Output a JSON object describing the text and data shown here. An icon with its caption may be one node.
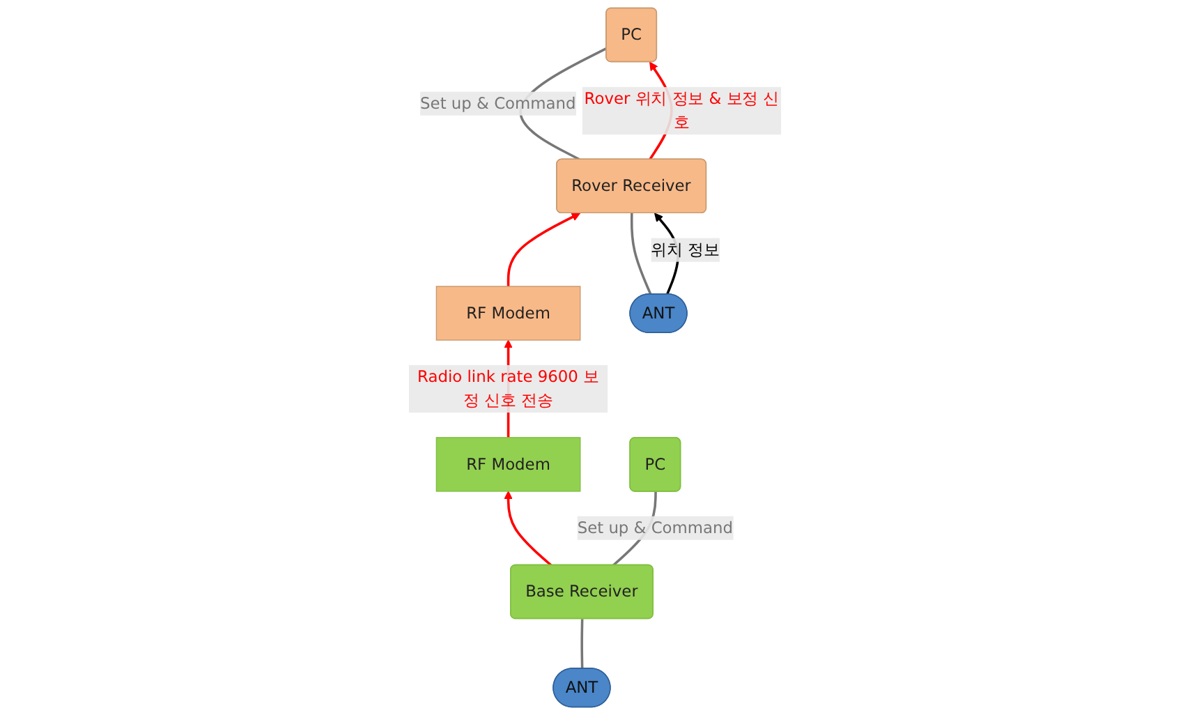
{
  "diagram": {
    "nodes": [
      {
        "text": [
          "RF Modem"
        ]
      },
      {
        "text": [
          "RF Modem"
        ]
      },
      {
        "text": [
          "ANT"
        ]
      },
      {
        "text": [
          "Base Receiver"
        ]
      },
      {
        "text": [
          "ANT"
        ]
      },
      {
        "text": [
          "Rover Receiver"
        ]
      },
      {
        "text": [
          "PC"
        ]
      },
      {
        "text": [
          "PC"
        ]
      }
    ],
    "edges": [
      {
        "from": 3,
        "to": 0,
        "arrow": "to",
        "color": "#ff0000"
      },
      {
        "from": 0,
        "to": 1,
        "arrow": "to",
        "color": "#ff0000",
        "label": "Radio link rate 9600 보정 신호 전송"
      },
      {
        "from": 1,
        "to": 5,
        "arrow": "to",
        "color": "#ff0000"
      },
      {
        "from": 2,
        "to": 3,
        "arrow": "none",
        "color": "#777777"
      },
      {
        "from": 4,
        "to": 5,
        "arrow": "none",
        "color": "#777777"
      },
      {
        "from": 4,
        "to": 5,
        "arrow": "to",
        "color": "#000000",
        "label": "위치 정보"
      },
      {
        "from": 3,
        "to": 6,
        "arrow": "none",
        "color": "#777777",
        "label": "Set up & Command"
      },
      {
        "from": 5,
        "to": 7,
        "arrow": "none",
        "color": "#777777",
        "label": "Set up & Command"
      },
      {
        "from": 5,
        "to": 7,
        "arrow": "to",
        "color": "#ff0000",
        "label": "Rover 위치 정보 & 보정 신호"
      }
    ]
  }
}
